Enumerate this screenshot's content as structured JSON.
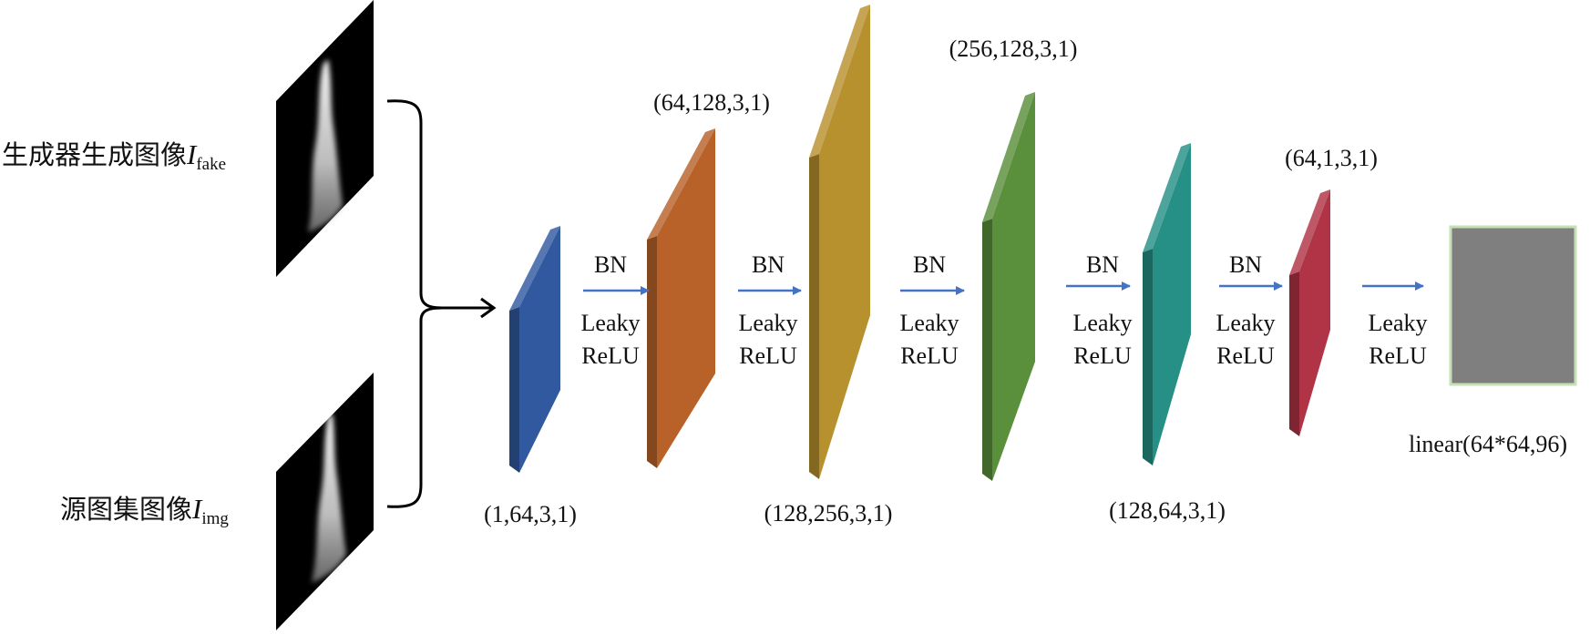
{
  "inputs": {
    "fake": {
      "caption": "生成器生成图像",
      "symbol": "I",
      "subscript": "fake"
    },
    "img": {
      "caption": "源图集图像",
      "symbol": "I",
      "subscript": "img"
    }
  },
  "layers": [
    {
      "id": "conv1",
      "params": "(1,64,3,1)",
      "color": "#3159a0"
    },
    {
      "id": "conv2",
      "params": "(64,128,3,1)",
      "color": "#b8622a"
    },
    {
      "id": "conv3",
      "params": "(128,256,3,1)",
      "color": "#b8912f"
    },
    {
      "id": "conv4",
      "params": "(256,128,3,1)",
      "color": "#5a8f3c"
    },
    {
      "id": "conv5",
      "params": "(128,64,3,1)",
      "color": "#269087"
    },
    {
      "id": "conv6",
      "params": "(64,1,3,1)",
      "color": "#b03346"
    }
  ],
  "transitions": [
    {
      "norm": "BN",
      "activation_line1": "Leaky",
      "activation_line2": "ReLU"
    },
    {
      "norm": "BN",
      "activation_line1": "Leaky",
      "activation_line2": "ReLU"
    },
    {
      "norm": "BN",
      "activation_line1": "Leaky",
      "activation_line2": "ReLU"
    },
    {
      "norm": "BN",
      "activation_line1": "Leaky",
      "activation_line2": "ReLU"
    },
    {
      "norm": "BN",
      "activation_line1": "Leaky",
      "activation_line2": "ReLU"
    },
    {
      "norm": "",
      "activation_line1": "Leaky",
      "activation_line2": "ReLU"
    }
  ],
  "output": {
    "label": "linear(64*64,96)",
    "fill": "#7f7f7f",
    "border": "#c5e0b4"
  },
  "colors": {
    "arrow": "#4472c4",
    "connector": "#000000"
  }
}
